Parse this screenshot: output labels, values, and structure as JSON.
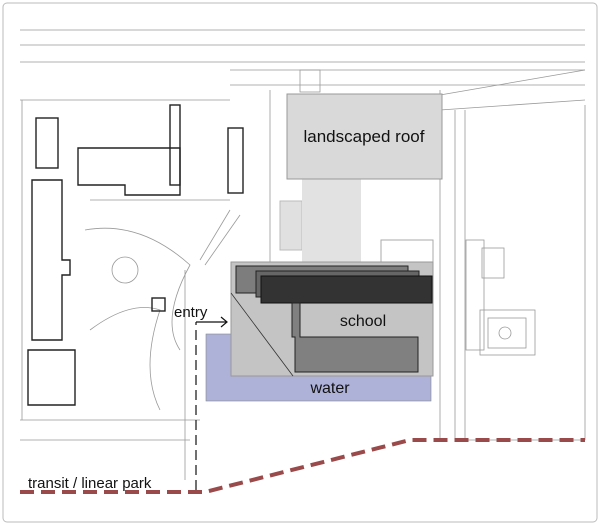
{
  "labels": {
    "landscaped_roof": "landscaped roof",
    "school": "school",
    "water": "water",
    "entry": "entry",
    "transit": "transit / linear park"
  },
  "colors": {
    "roof": "#d9d9d9",
    "school_base": "#c4c4c4",
    "bar_mid": "#7d7d7d",
    "bar_dark": "#333333",
    "water": "#aeb2d8",
    "transit": "#9a4a4a",
    "linework": "#9a9a9a"
  }
}
